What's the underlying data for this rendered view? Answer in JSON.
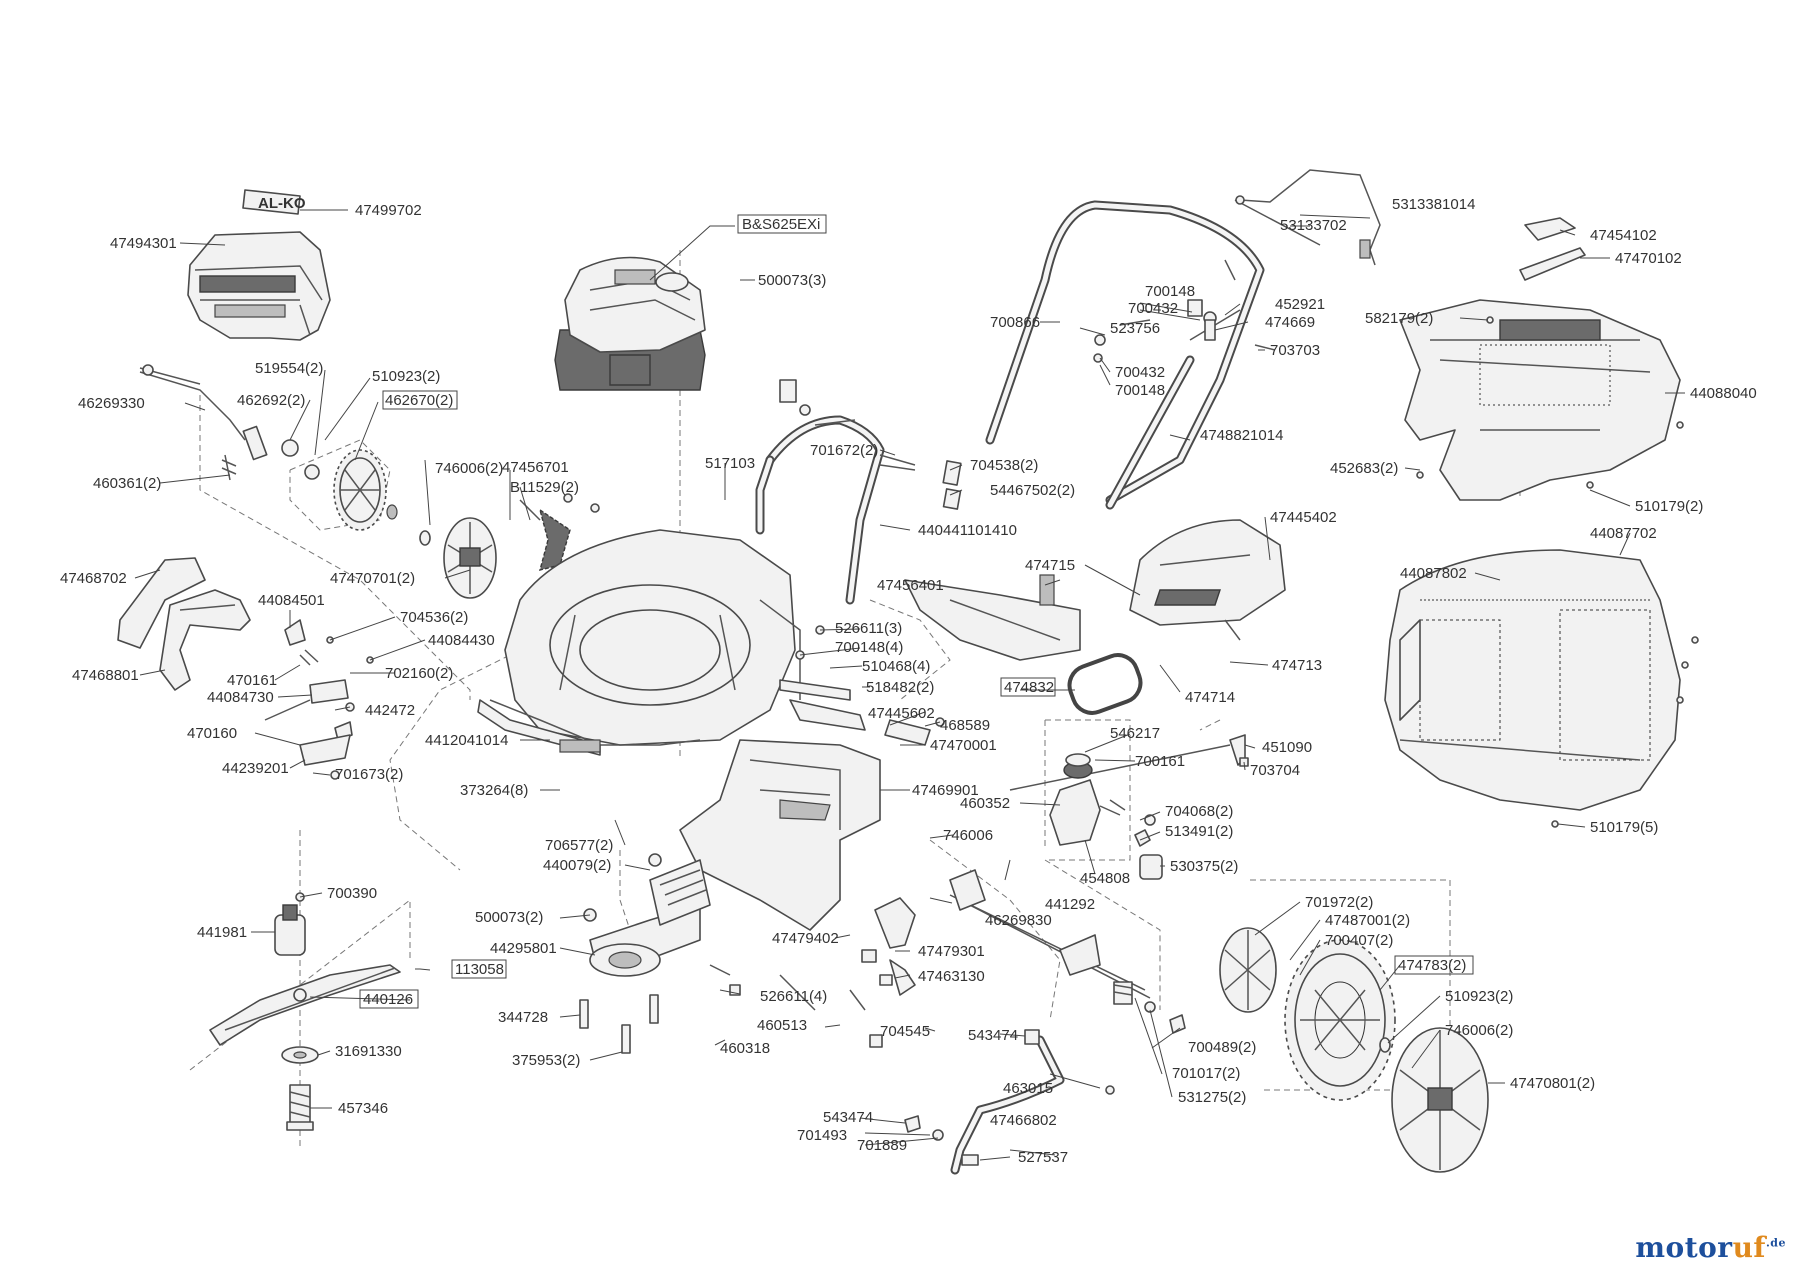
{
  "brand": {
    "name_main": "motor",
    "name_accent": "uf",
    "tld": ".de"
  },
  "engine_badge": "AL-KO",
  "part_labels": {
    "p47499702": "47499702",
    "p47494301": "47494301",
    "p519554_2": "519554(2)",
    "p510923_2a": "510923(2)",
    "p462692_2": "462692(2)",
    "p462670_2": "462670(2)",
    "p46269330": "46269330",
    "p460361_2": "460361(2)",
    "p746006_2a": "746006(2)",
    "p47456701": "47456701",
    "pB11529_2": "B11529(2)",
    "p47470701_2": "47470701(2)",
    "p47468702": "47468702",
    "p44084501": "44084501",
    "p704536_2": "704536(2)",
    "p44084430": "44084430",
    "p470161": "470161",
    "p702160_2": "702160(2)",
    "p47468801": "47468801",
    "p44084730": "44084730",
    "p442472": "442472",
    "p470160": "470160",
    "p44239201": "44239201",
    "p701673_2": "701673(2)",
    "pBS625": "B&S625EXi",
    "p500073_3": "500073(3)",
    "p517103": "517103",
    "p701672_2": "701672(2)",
    "p704538_2": "704538(2)",
    "p54467502_2": "54467502(2)",
    "p440441101410": "440441101410",
    "p526611_3": "526611(3)",
    "p700148_4": "700148(4)",
    "p510468_4": "510468(4)",
    "p518482_2": "518482(2)",
    "p47445602": "47445602",
    "p468589": "468589",
    "p47470001": "47470001",
    "p4412041014": "4412041014",
    "p373264_8": "373264(8)",
    "p47469901": "47469901",
    "p706577_2": "706577(2)",
    "p440079_2": "440079(2)",
    "p700390": "700390",
    "p441981": "441981",
    "p113058": "113058",
    "p440126": "440126",
    "p31691330": "31691330",
    "p457346": "457346",
    "p500073_2": "500073(2)",
    "p44295801": "44295801",
    "p344728": "344728",
    "p375953_2": "375953(2)",
    "p526611_4": "526611(4)",
    "p460513": "460513",
    "p460318": "460318",
    "p47479402": "47479402",
    "p47479301": "47479301",
    "p47463130": "47463130",
    "p704545": "704545",
    "p746006": "746006",
    "p46269830": "46269830",
    "p441292": "441292",
    "p543474a": "543474",
    "p463015": "463015",
    "p543474b": "543474",
    "p701493": "701493",
    "p701889": "701889",
    "p47466802": "47466802",
    "p527537": "527537",
    "p531275_2": "531275(2)",
    "p701017_2": "701017(2)",
    "p700489_2": "700489(2)",
    "p5313381014": "5313381014",
    "p53133702": "53133702",
    "p700148": "700148",
    "p700432": "700432",
    "p452921": "452921",
    "p700866": "700866",
    "p523756": "523756",
    "p474669": "474669",
    "p703703": "703703",
    "p700432b": "700432",
    "p700148b": "700148",
    "p4748821014": "4748821014",
    "p47445402": "47445402",
    "p474715": "474715",
    "p47456401": "47456401",
    "p474713": "474713",
    "p474832": "474832",
    "p474714": "474714",
    "p546217": "546217",
    "p700161": "700161",
    "p451090": "451090",
    "p703704": "703704",
    "p460352": "460352",
    "p704068_2": "704068(2)",
    "p513491_2": "513491(2)",
    "p530375_2": "530375(2)",
    "p454808": "454808",
    "p47454102": "47454102",
    "p47470102": "47470102",
    "p582179_2": "582179(2)",
    "p44088040": "44088040",
    "p452683_2": "452683(2)",
    "p510179_2": "510179(2)",
    "p44087702": "44087702",
    "p44087802": "44087802",
    "p510179_5": "510179(5)",
    "p701972_2": "701972(2)",
    "p47487001_2": "47487001(2)",
    "p700407_2": "700407(2)",
    "p474783_2": "474783(2)",
    "p510923_2b": "510923(2)",
    "p746006_2b": "746006(2)",
    "p47470801_2": "47470801(2)"
  }
}
